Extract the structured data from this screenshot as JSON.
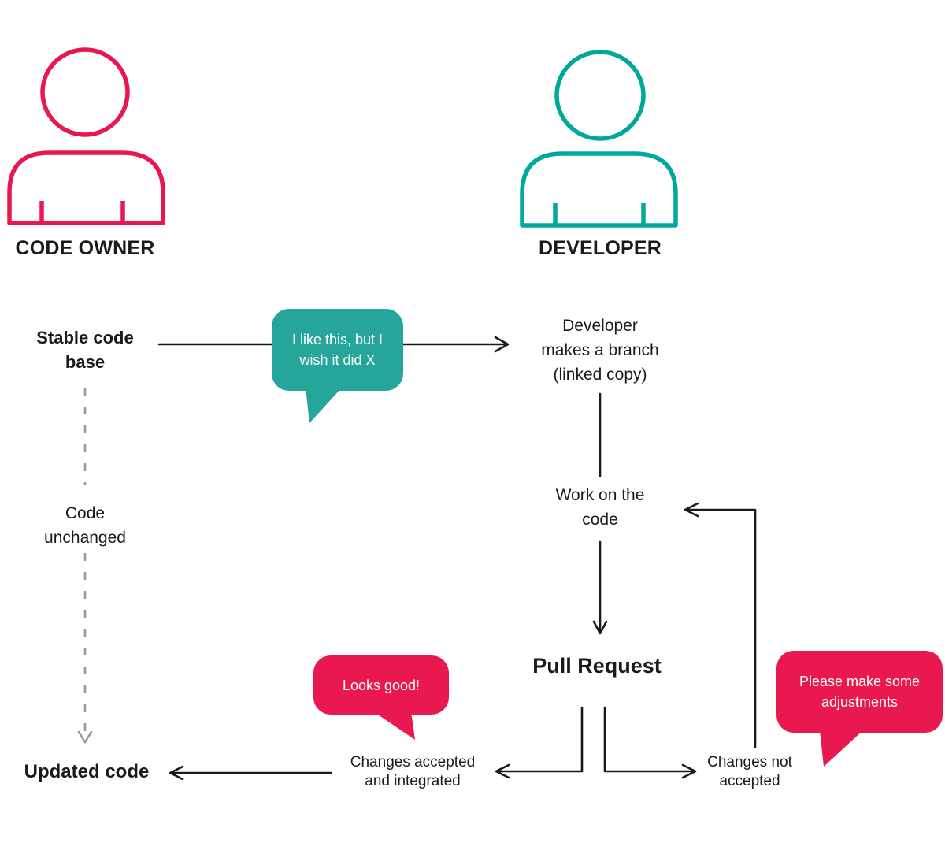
{
  "actors": {
    "code_owner": {
      "label": "CODE OWNER"
    },
    "developer": {
      "label": "DEVELOPER"
    }
  },
  "nodes": {
    "stable_code_base": "Stable code\nbase",
    "developer_branch": "Developer\nmakes a branch\n(linked copy)",
    "work_on_code": "Work on the\ncode",
    "pull_request": "Pull Request",
    "code_unchanged": "Code\nunchanged",
    "updated_code": "Updated code",
    "changes_accepted": "Changes accepted\nand integrated",
    "changes_not_accepted": "Changes not\naccepted"
  },
  "speech_bubbles": {
    "owner_request": "I like this, but I\nwish it did X",
    "owner_approval": "Looks good!",
    "owner_rejection": "Please make some\nadjustments"
  },
  "colors": {
    "owner_pink": "#e8174f",
    "developer_teal": "#00a79b",
    "bubble_teal": "#26a69a",
    "bubble_pink": "#e91950",
    "line_black": "#1a1a1a",
    "dashed_gray": "#999999"
  }
}
